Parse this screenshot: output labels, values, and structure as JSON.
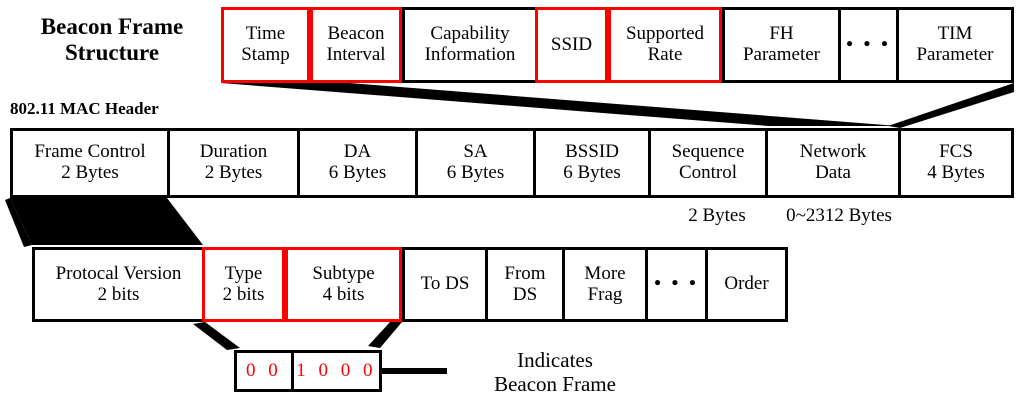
{
  "titles": {
    "beacon_frame": "Beacon Frame\nStructure",
    "beacon_frame_line1": "Beacon Frame",
    "beacon_frame_line2": "Structure",
    "mac_header": "802.11 MAC Header"
  },
  "colors": {
    "highlight": "#ff0000",
    "outline": "#000000",
    "background": "#ffffff",
    "bit_text": "#ff0000"
  },
  "beacon_frame_row": {
    "name": "Beacon Frame Body fields",
    "fields": [
      {
        "line1": "Time",
        "line2": "Stamp",
        "highlight": true
      },
      {
        "line1": "Beacon",
        "line2": "Interval",
        "highlight": true
      },
      {
        "line1": "Capability",
        "line2": "Information",
        "highlight": false
      },
      {
        "line1": "SSID",
        "line2": "",
        "highlight": true
      },
      {
        "line1": "Supported",
        "line2": "Rate",
        "highlight": true
      },
      {
        "line1": "FH",
        "line2": "Parameter",
        "highlight": false
      },
      {
        "line1": "• • •",
        "line2": "",
        "highlight": false,
        "is_ellipsis": true
      },
      {
        "line1": "TIM",
        "line2": "Parameter",
        "highlight": false
      }
    ]
  },
  "mac_header_row": {
    "name": "802.11 MAC Header fields",
    "fields": [
      {
        "line1": "Frame Control",
        "line2": "2 Bytes",
        "highlight": false
      },
      {
        "line1": "Duration",
        "line2": "2 Bytes",
        "highlight": false
      },
      {
        "line1": "DA",
        "line2": "6 Bytes",
        "highlight": false
      },
      {
        "line1": "SA",
        "line2": "6 Bytes",
        "highlight": false
      },
      {
        "line1": "BSSID",
        "line2": "6 Bytes",
        "highlight": false
      },
      {
        "line1": "Sequence",
        "line2": "Control",
        "highlight": false
      },
      {
        "line1": "Network",
        "line2": "Data",
        "highlight": false
      },
      {
        "line1": "FCS",
        "line2": "4 Bytes",
        "highlight": false
      }
    ],
    "below_labels": [
      {
        "text": "2 Bytes",
        "for": "Sequence Control"
      },
      {
        "text": "0~2312 Bytes",
        "for": "Network Data"
      }
    ]
  },
  "frame_control_row": {
    "name": "Frame Control subfields",
    "fields": [
      {
        "line1": "Protocal Version",
        "line2": "2 bits",
        "highlight": false
      },
      {
        "line1": "Type",
        "line2": "2 bits",
        "highlight": true
      },
      {
        "line1": "Subtype",
        "line2": "4 bits",
        "highlight": true
      },
      {
        "line1": "To DS",
        "line2": "",
        "highlight": false
      },
      {
        "line1": "From",
        "line2": "DS",
        "highlight": false
      },
      {
        "line1": "More",
        "line2": "Frag",
        "highlight": false
      },
      {
        "line1": "• • •",
        "line2": "",
        "highlight": false,
        "is_ellipsis": true
      },
      {
        "line1": "Order",
        "line2": "",
        "highlight": false
      }
    ]
  },
  "bits_box": {
    "name": "Type and Subtype bit values",
    "type_bits": "0 0",
    "subtype_bits": "1 0 0 0"
  },
  "annotation": {
    "line1": "Indicates",
    "line2": "Beacon Frame"
  }
}
